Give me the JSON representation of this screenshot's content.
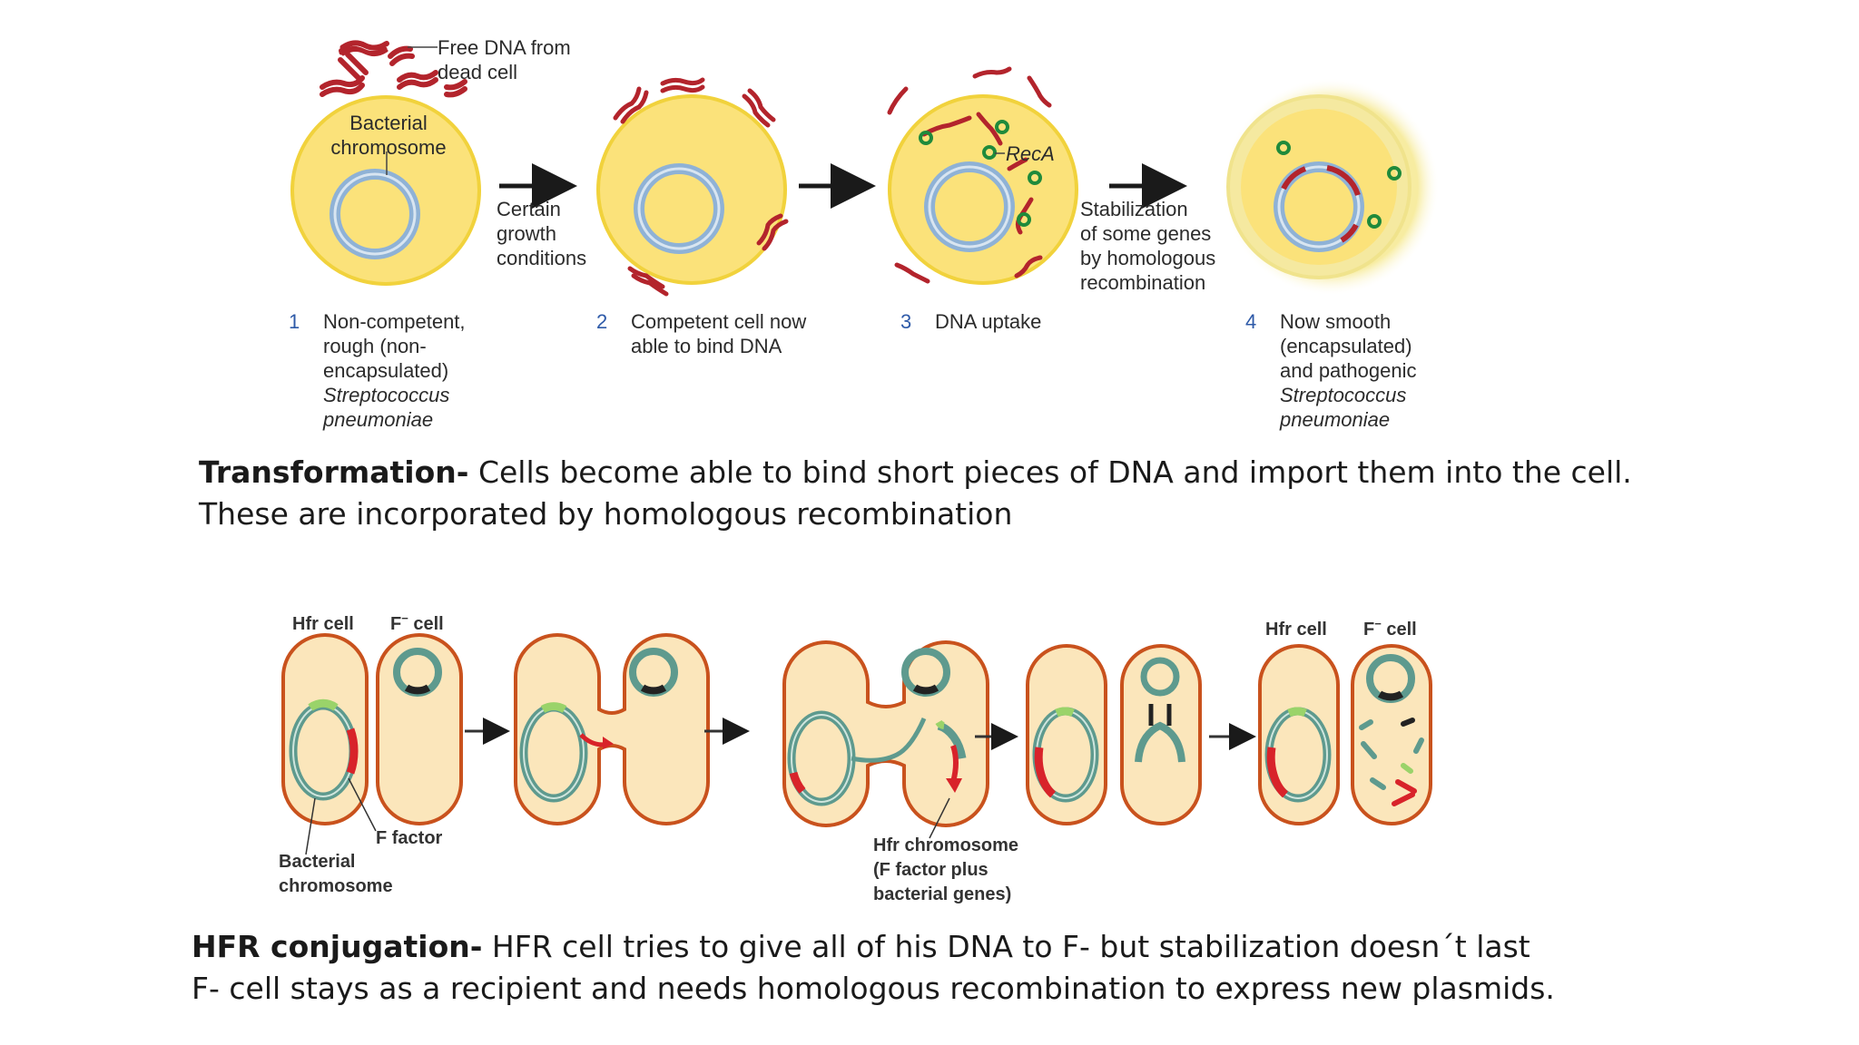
{
  "transformation": {
    "free_dna_label_line1": "Free DNA from",
    "free_dna_label_line2": "dead cell",
    "chromosome_label_line1": "Bacterial",
    "chromosome_label_line2": "chromosome",
    "arrow1_line1": "Certain",
    "arrow1_line2": "growth",
    "arrow1_line3": "conditions",
    "arrow3_line1": "Stabilization",
    "arrow3_line2": "of some genes",
    "arrow3_line3": "by homologous",
    "arrow3_line4": "recombination",
    "reca_label": "RecA",
    "steps": [
      {
        "num": "1",
        "lines": [
          "Non-competent,",
          "rough (non-",
          "encapsulated)"
        ],
        "italic": [
          "Streptococcus",
          "pneumoniae"
        ]
      },
      {
        "num": "2",
        "lines": [
          "Competent cell now",
          "able to bind DNA"
        ],
        "italic": []
      },
      {
        "num": "3",
        "lines": [
          "DNA uptake"
        ],
        "italic": []
      },
      {
        "num": "4",
        "lines": [
          "Now smooth",
          "(encapsulated)",
          "and pathogenic"
        ],
        "italic": [
          "Streptococcus",
          "pneumoniae"
        ]
      }
    ],
    "caption_bold": "Transformation-",
    "caption_rest": " Cells become able to bind short pieces of DNA and import them into the cell.",
    "caption_line2": "These are incorporated by homologous recombination"
  },
  "conjugation": {
    "hfr_cell_label": "Hfr cell",
    "f_cell_label": "F",
    "f_cell_sup": "−",
    "f_cell_suffix": " cell",
    "f_factor_label": "F factor",
    "bact_chrom_line1": "Bacterial",
    "bact_chrom_line2": "chromosome",
    "hfr_chrom_line1": "Hfr chromosome",
    "hfr_chrom_line2": "(F factor plus",
    "hfr_chrom_line3": "bacterial genes)",
    "caption_bold": "HFR conjugation-",
    "caption_rest": " HFR cell tries to give all of his DNA to F- but stabilization doesn´t last",
    "caption_line2": "F- cell stays as a recipient and needs homologous recombination to express new plasmids."
  },
  "colors": {
    "cell_fill": "#fbe27a",
    "cell_stroke": "#f1d23c",
    "dna_red": "#b3242c",
    "chromosome_blue": "#8fb2d6",
    "reca_green": "#1f8a3b",
    "rod_fill": "#fbe6bb",
    "rod_stroke": "#c9521d",
    "chrom_teal": "#5e9a8e",
    "f_factor_red": "#d8232a",
    "label_number_blue": "#2e5aa8"
  }
}
